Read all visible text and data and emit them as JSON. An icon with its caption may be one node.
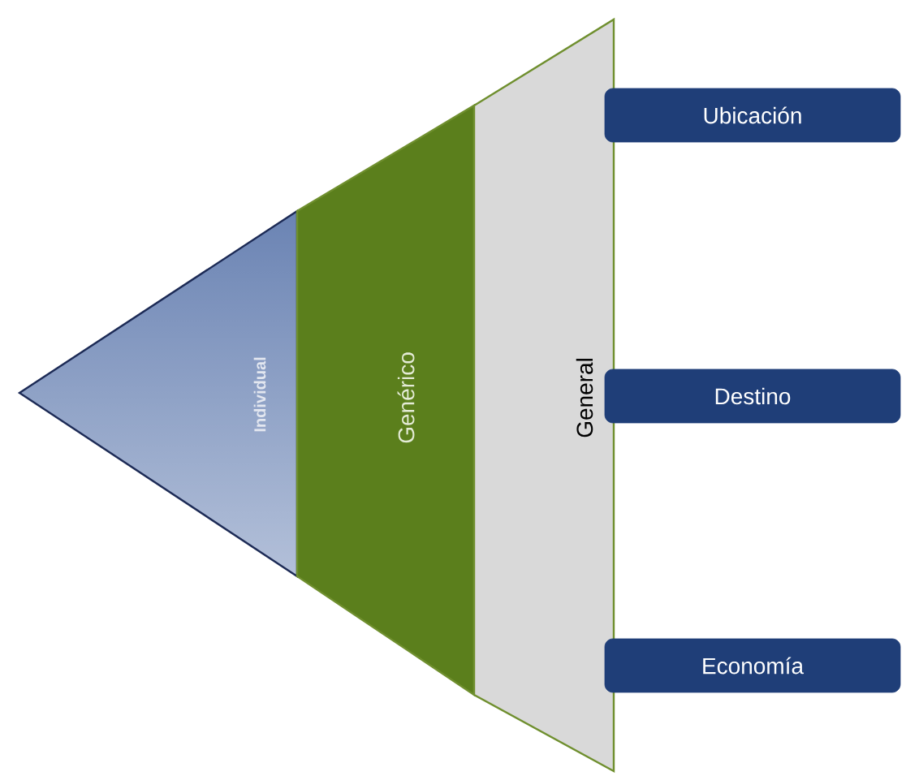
{
  "diagram": {
    "nodes": [
      {
        "text": [
          "Individual"
        ]
      },
      {
        "text": [
          "Genérico"
        ]
      },
      {
        "text": [
          "General"
        ]
      },
      {
        "text": [
          "Ubicación"
        ]
      },
      {
        "text": [
          "Destino"
        ]
      },
      {
        "text": [
          "Economía"
        ]
      }
    ]
  }
}
